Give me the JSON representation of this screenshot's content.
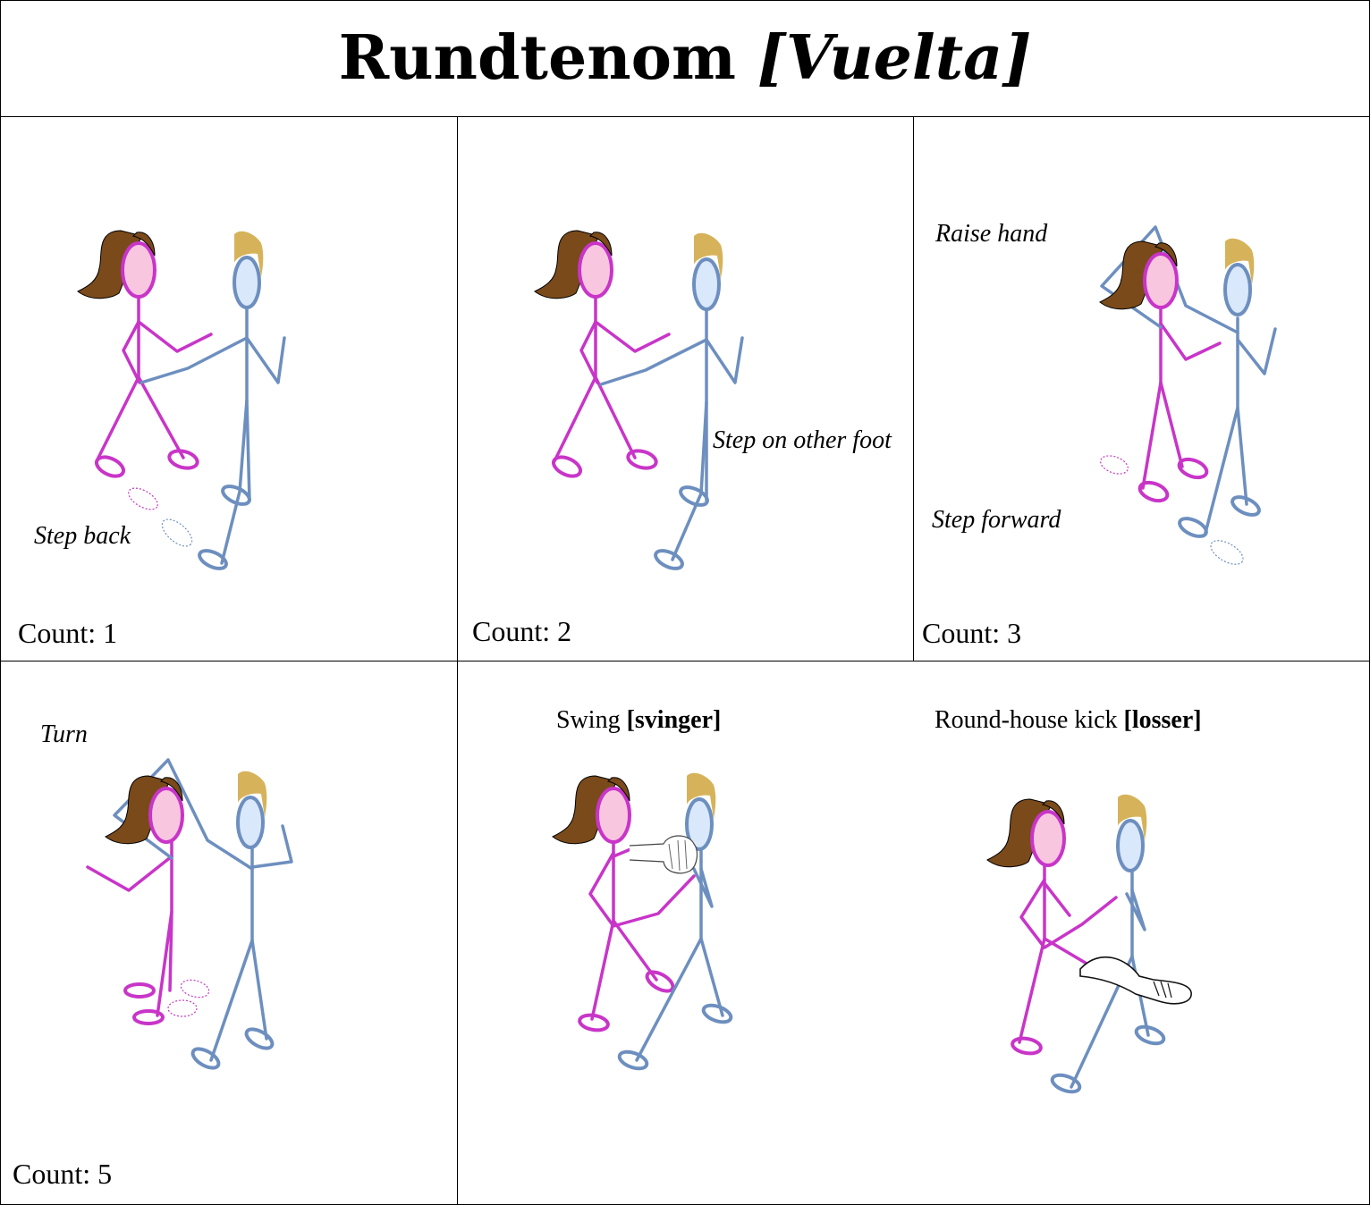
{
  "title": {
    "main": "Rundtenom",
    "italic": "[Vuelta]"
  },
  "colors": {
    "woman_line": "#c835c8",
    "woman_face": "#f9c6e0",
    "hair_woman": "#7a4a1a",
    "man_line": "#6d8fbf",
    "man_face": "#dae8fb",
    "hair_man": "#d6b35a",
    "border": "#000000"
  },
  "panels": [
    {
      "count": "Count: 1",
      "labels": [
        "Step back"
      ]
    },
    {
      "count": "Count: 2",
      "labels": [
        "Step on other foot"
      ]
    },
    {
      "count": "Count: 3",
      "labels": [
        "Raise hand",
        "Step forward"
      ]
    },
    {
      "count": "Count: 5",
      "labels": [
        "Turn"
      ]
    },
    {
      "captions": [
        {
          "text": "Swing ",
          "bold": "[svinger]"
        },
        {
          "text": "Round-house kick ",
          "bold": "[losser]"
        }
      ]
    }
  ],
  "icons": [
    "fist-icon",
    "shoe-icon"
  ]
}
